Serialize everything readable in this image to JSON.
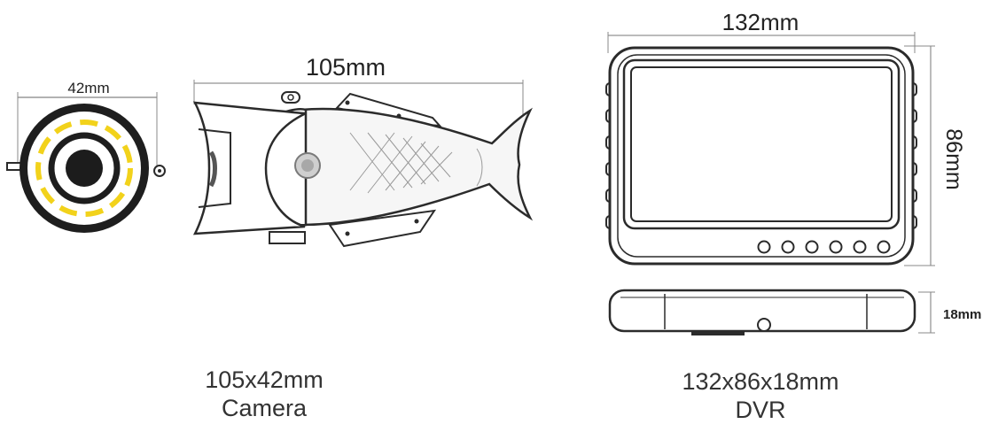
{
  "camera": {
    "diameter_label": "42mm",
    "length_label": "105mm",
    "size_caption": "105x42mm",
    "name_caption": "Camera"
  },
  "dvr": {
    "width_label": "132mm",
    "height_label": "86mm",
    "depth_label": "18mm",
    "size_caption": "132x86x18mm",
    "name_caption": "DVR"
  },
  "colors": {
    "line": "#2b2b2b",
    "led": "#f2d21b",
    "body_fill": "#f3f3f3",
    "lens": "#1c1c1c"
  }
}
